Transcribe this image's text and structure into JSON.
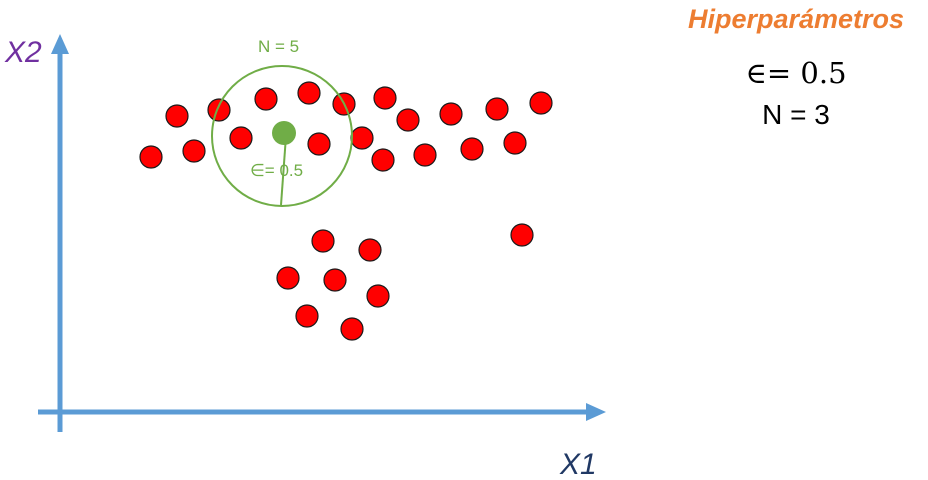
{
  "axes": {
    "x_label": "X1",
    "y_label": "X2",
    "x_label_color": "#203864",
    "y_label_color": "#7030a0",
    "axis_color": "#5b9bd5"
  },
  "hyperparameters": {
    "title": "Hiperparámetros",
    "title_color": "#ed7d31",
    "epsilon": "∈= 0.5",
    "min_points": "N = 3"
  },
  "neighborhood": {
    "count_label": "N = 5",
    "epsilon_label": "∈= 0.5",
    "color": "#70ad47"
  },
  "points_color": "#ff0000",
  "points_stroke": "#1a1a1a"
}
